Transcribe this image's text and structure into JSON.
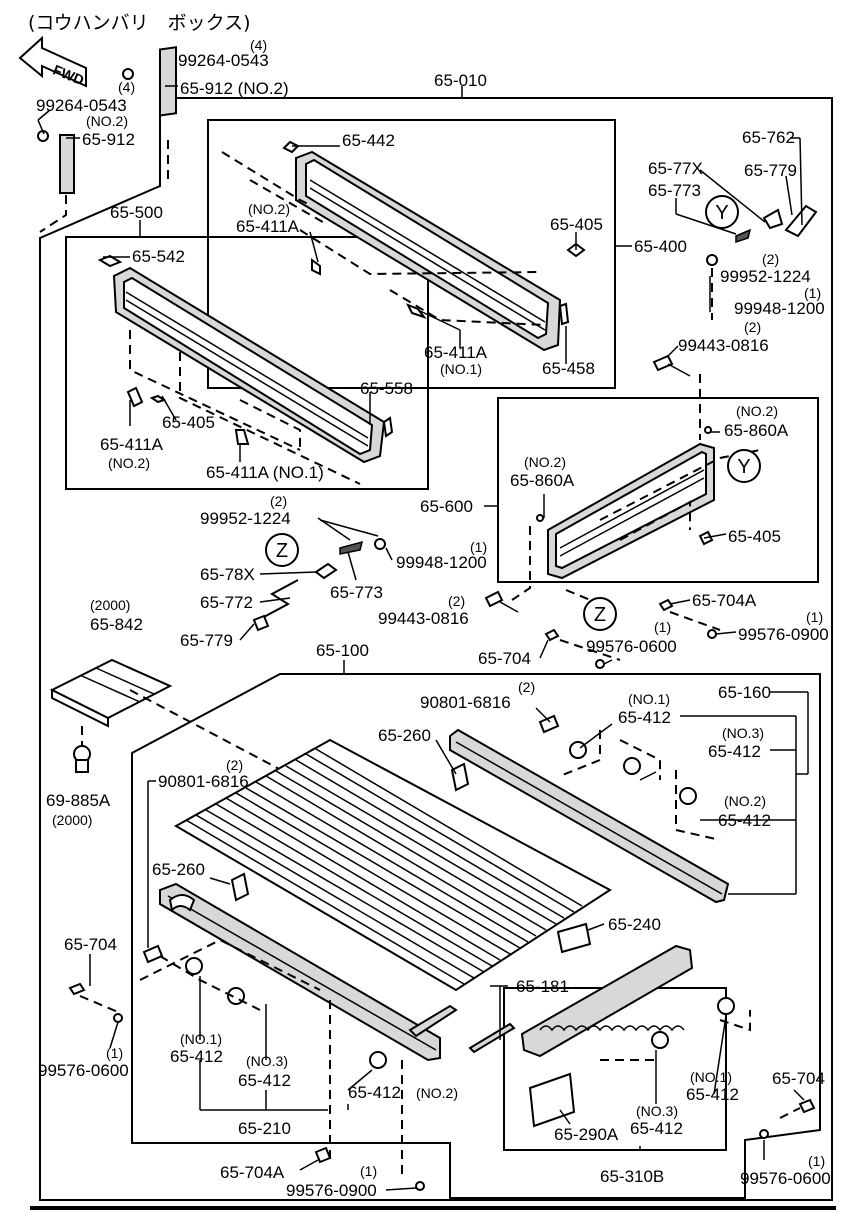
{
  "title": "(コウハンバリ　ボックス)",
  "fwd_label": "FWD",
  "callouts": {
    "y_top": "Y",
    "y_mid": "Y",
    "z_left": "Z",
    "z_mid": "Z"
  },
  "labels": {
    "l_4a": "(4)",
    "l_99264_0543_top": "99264-0543",
    "l_4b": "(4)",
    "l_65_912_no2": "65-912 (NO.2)",
    "l_99264_0543_left": "99264-0543",
    "l_no2_a": "(NO.2)",
    "l_65_912": "65-912",
    "l_65_010": "65-010",
    "l_65_442": "65-442",
    "l_65_762": "65-762",
    "l_65_77x": "65-77X",
    "l_65_779_top": "65-779",
    "l_65_773_top": "65-773",
    "l_65_500": "65-500",
    "l_no2_b": "(NO.2)",
    "l_65_411a_b": "65-411A",
    "l_65_405_top": "65-405",
    "l_65_400": "65-400",
    "l_2_a": "(2)",
    "l_99952_1224_top": "99952-1224",
    "l_65_542": "65-542",
    "l_1_a": "(1)",
    "l_99948_1200_top": "99948-1200",
    "l_65_411a_no1_top": "65-411A",
    "l_no1_top": "(NO.1)",
    "l_65_458": "65-458",
    "l_2_b": "(2)",
    "l_99443_0816_top": "99443-0816",
    "l_65_558": "65-558",
    "l_65_405_left": "65-405",
    "l_65_411a_left": "65-411A",
    "l_no2_c": "(NO.2)",
    "l_65_411a_no1_left": "65-411A (NO.1)",
    "l_no2_d": "(NO.2)",
    "l_65_860a_right": "65-860A",
    "l_no2_e": "(NO.2)",
    "l_65_860a_left": "65-860A",
    "l_65_600": "65-600",
    "l_65_405_mid": "65-405",
    "l_2_c": "(2)",
    "l_99952_1224_mid": "99952-1224",
    "l_1_b": "(1)",
    "l_99948_1200_mid": "99948-1200",
    "l_65_78x": "65-78X",
    "l_65_773_mid": "65-773",
    "l_65_772": "65-772",
    "l_2_d": "(2)",
    "l_99443_0816_mid": "99443-0816",
    "l_65_704a_top": "65-704A",
    "l_1_c": "(1)",
    "l_99576_0900_top": "99576-0900",
    "l_2000_a": "(2000)",
    "l_65_842": "65-842",
    "l_65_779_mid": "65-779",
    "l_1_d": "(1)",
    "l_99576_0600_mid": "99576-0600",
    "l_65_704_mid": "65-704",
    "l_65_100": "65-100",
    "l_2_e": "(2)",
    "l_90801_6816_top": "90801-6816",
    "l_no1_b": "(NO.1)",
    "l_65_412_no1_top": "65-412",
    "l_65_160": "65-160",
    "l_65_260_top": "65-260",
    "l_no3_a": "(NO.3)",
    "l_65_412_no3_top": "65-412",
    "l_2_f": "(2)",
    "l_90801_6816_left": "90801-6816",
    "l_69_885a": "69-885A",
    "l_2000_b": "(2000)",
    "l_no2_f": "(NO.2)",
    "l_65_412_no2_top": "65-412",
    "l_65_260_left": "65-260",
    "l_65_240": "65-240",
    "l_65_704_left": "65-704",
    "l_65_181": "65-181",
    "l_1_e": "(1)",
    "l_99576_0600_left": "99576-0600",
    "l_no1_c": "(NO.1)",
    "l_65_412_no1_left": "65-412",
    "l_no3_b": "(NO.3)",
    "l_65_412_no3_left": "65-412",
    "l_65_412_no2_bottom": "65-412",
    "l_no2_g": "(NO.2)",
    "l_no1_d": "(NO.1)",
    "l_65_412_no1_right": "65-412",
    "l_65_704_right": "65-704",
    "l_65_210": "65-210",
    "l_65_290a": "65-290A",
    "l_no3_c": "(NO.3)",
    "l_65_412_no3_right": "65-412",
    "l_65_704a_bottom": "65-704A",
    "l_1_f": "(1)",
    "l_99576_0900_bottom": "99576-0900",
    "l_65_310b": "65-310B",
    "l_1_g": "(1)",
    "l_99576_0600_right": "99576-0600"
  }
}
